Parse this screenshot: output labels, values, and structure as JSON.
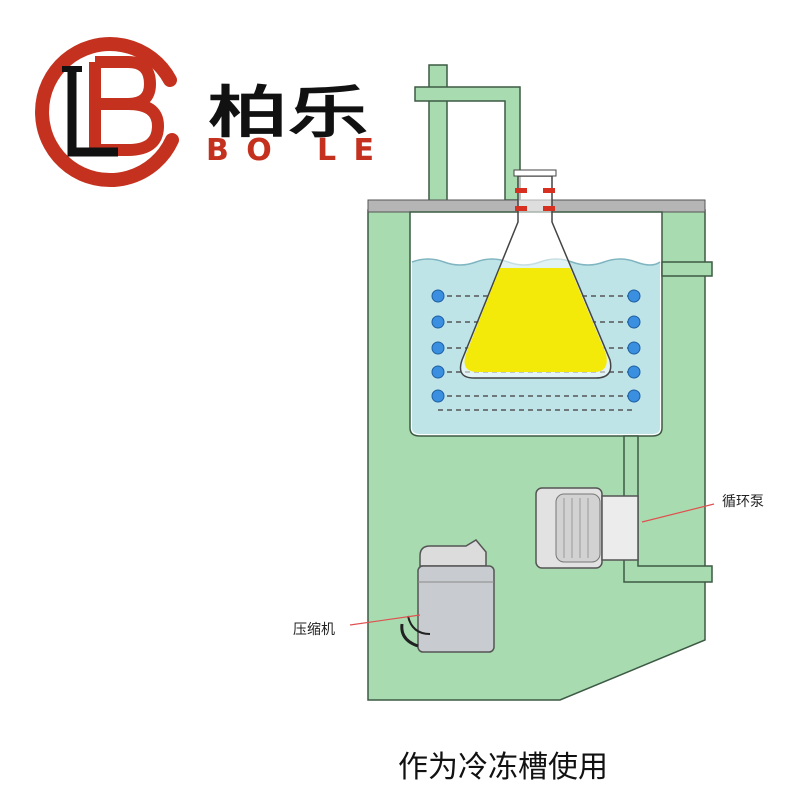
{
  "brand": {
    "name_cn": "柏乐",
    "name_en": "BO LE",
    "logo_letters": "LB",
    "colors": {
      "logo_red": "#c4321f",
      "text_dark": "#111111"
    }
  },
  "diagram": {
    "labels": {
      "pump": "循环泵",
      "compressor": "压缩机"
    },
    "caption": "作为冷冻槽使用",
    "colors": {
      "cabinet": "#a8dcb0",
      "cabinet_stroke": "#3d5a44",
      "tank_water": "#bfe4e8",
      "flask_liquid": "#f4ea0a",
      "coil_dots": "#3a8fe0",
      "pipe": "#a8dcb0",
      "pump_body": "#e2e2e2"
    },
    "icons": [
      "lb-logo-icon",
      "erlenmeyer-flask-icon",
      "circulation-pump-icon",
      "compressor-icon"
    ]
  }
}
